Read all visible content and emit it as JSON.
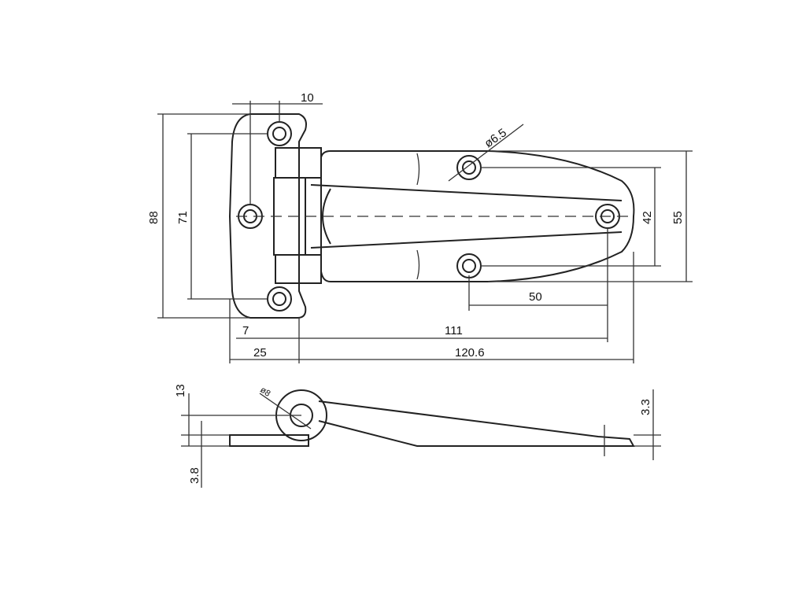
{
  "dimensions": {
    "top_width": "10",
    "hole_diameter": "ø6.5",
    "height_total": "88",
    "hole_spacing_vertical": "71",
    "hole_spacing_right": "42",
    "leaf_height": "55",
    "hole_offset": "50",
    "offset_7": "7",
    "length_111": "111",
    "offset_25": "25",
    "length_total": "120.6",
    "side_height": "13",
    "pin_diameter": "ø8",
    "thickness_3_3": "3.3",
    "thickness_3_8": "3.8"
  }
}
